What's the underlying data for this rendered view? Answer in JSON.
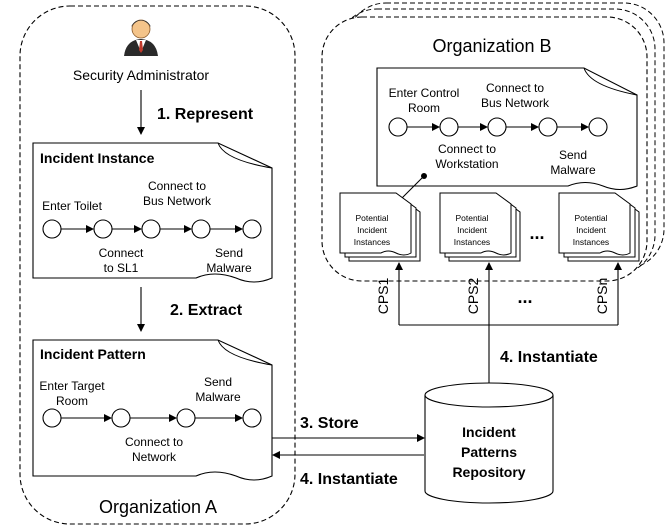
{
  "organizations": {
    "a": {
      "label": "Organization A"
    },
    "b": {
      "label": "Organization B"
    }
  },
  "admin": {
    "label": "Security Administrator",
    "icon": "user-icon"
  },
  "steps": {
    "represent": "1. Represent",
    "extract": "2. Extract",
    "store": "3. Store",
    "instantiate_a": "4. Instantiate",
    "instantiate_b": "4. Instantiate"
  },
  "incident_instance": {
    "title": "Incident Instance",
    "labels": {
      "enter_toilet": "Enter Toilet",
      "bus_network_1": "Connect to",
      "bus_network_2": "Bus Network",
      "connect_sl1_1": "Connect",
      "connect_sl1_2": "to SL1",
      "send_malware_1": "Send",
      "send_malware_2": "Malware"
    }
  },
  "incident_pattern": {
    "title": "Incident Pattern",
    "labels": {
      "enter_target_1": "Enter Target",
      "enter_target_2": "Room",
      "send_malware_1": "Send",
      "send_malware_2": "Malware",
      "connect_network_1": "Connect to",
      "connect_network_2": "Network"
    }
  },
  "org_b_instance": {
    "labels": {
      "control_room_1": "Enter Control",
      "control_room_2": "Room",
      "bus_network_1": "Connect to",
      "bus_network_2": "Bus Network",
      "workstation_1": "Connect to",
      "workstation_2": "Workstation",
      "send_malware_1": "Send",
      "send_malware_2": "Malware"
    }
  },
  "potential": {
    "line1": "Potential",
    "line2": "Incident",
    "line3": "Instances",
    "ellipsis": "..."
  },
  "cps": {
    "cps1": "CPS1",
    "cps2": "CPS2",
    "cpsn": "CPSn",
    "ellipsis": "..."
  },
  "repository": {
    "line1": "Incident",
    "line2": "Patterns",
    "line3": "Repository"
  }
}
